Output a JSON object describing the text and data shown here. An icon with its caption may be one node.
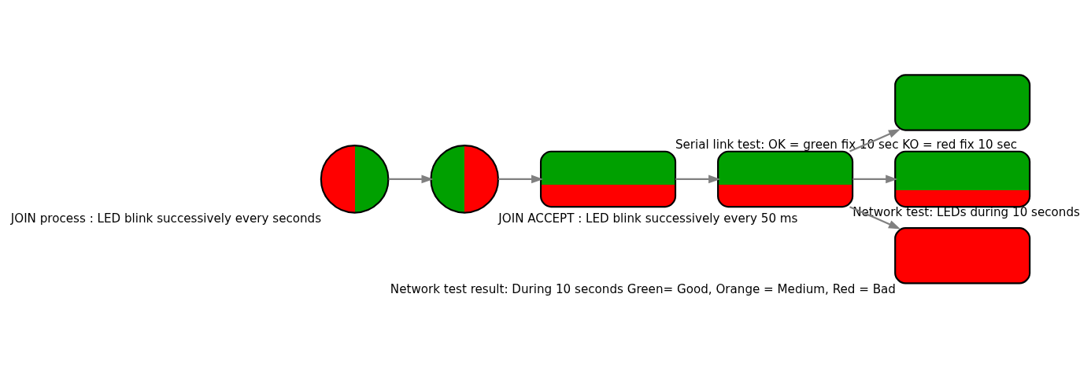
{
  "diagram": {
    "nodes": [
      {
        "text": [],
        "shape": "circle",
        "beside": [
          "JOIN process : LED blink successively every seconds"
        ]
      },
      {
        "text": [],
        "shape": "circle",
        "beside": [
          "JOIN ACCEPT : LED blink successively every 50 ms"
        ]
      },
      {
        "text": [],
        "shape": "capsule",
        "beside": [
          "Serial link test: OK = green fix 10 sec KO = red fix 10 sec"
        ]
      },
      {
        "text": [],
        "shape": "capsule",
        "beside": [
          "Network test: LEDs during 10 seconds"
        ]
      },
      {
        "text": [],
        "shape": "capsule"
      },
      {
        "text": [],
        "shape": "capsule"
      },
      {
        "text": [],
        "shape": "capsule",
        "beside": [
          "Network test result: During 10 seconds Green= Good, Orange = Medium, Red = Bad"
        ]
      }
    ],
    "edges": [
      {
        "from": 0,
        "to": 1,
        "arrow": "to"
      },
      {
        "from": 1,
        "to": 2,
        "arrow": "to"
      },
      {
        "from": 2,
        "to": 3,
        "arrow": "to"
      },
      {
        "from": 3,
        "to": 4,
        "arrow": "to"
      },
      {
        "from": 3,
        "to": 5,
        "arrow": "to"
      },
      {
        "from": 3,
        "to": 6,
        "arrow": "to"
      }
    ]
  }
}
